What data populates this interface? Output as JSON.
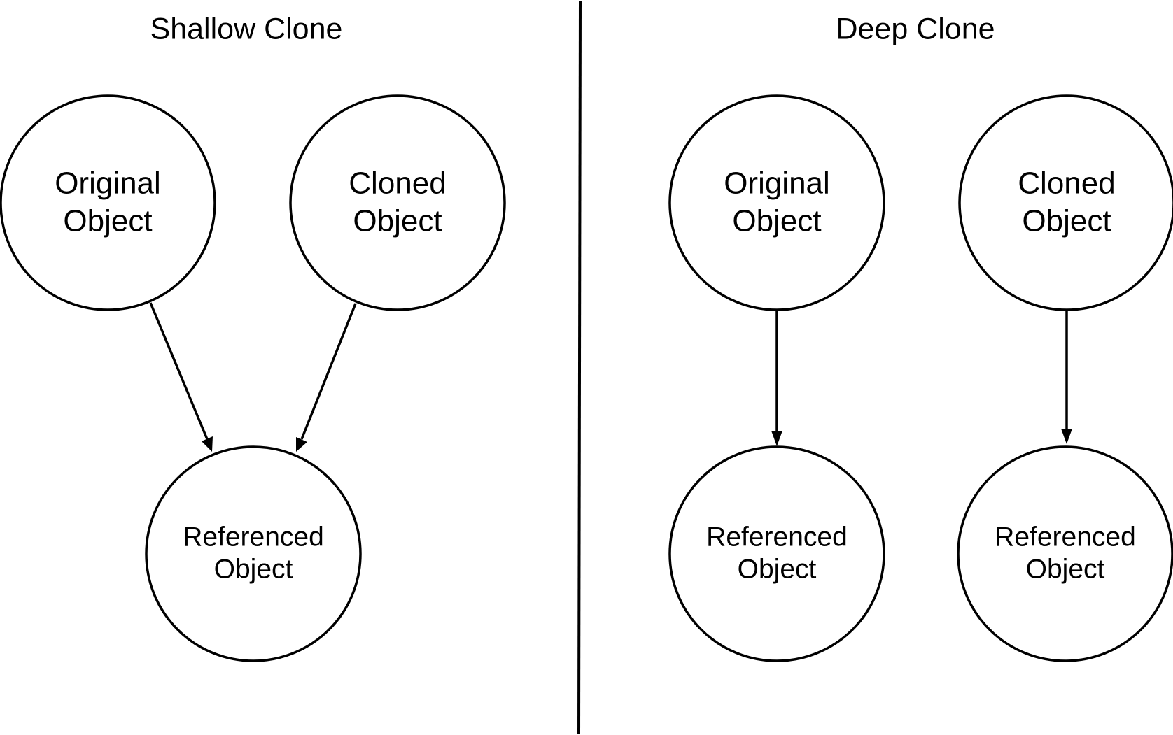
{
  "panels": {
    "shallow": {
      "title": "Shallow Clone",
      "original": [
        "Original",
        "Object"
      ],
      "cloned": [
        "Cloned",
        "Object"
      ],
      "referenced": [
        "Referenced",
        "Object"
      ]
    },
    "deep": {
      "title": "Deep Clone",
      "original": [
        "Original",
        "Object"
      ],
      "cloned": [
        "Cloned",
        "Object"
      ],
      "referenced_left": [
        "Referenced",
        "Object"
      ],
      "referenced_right": [
        "Referenced",
        "Object"
      ]
    }
  },
  "colors": {
    "stroke": "#000000",
    "background": "#ffffff"
  }
}
